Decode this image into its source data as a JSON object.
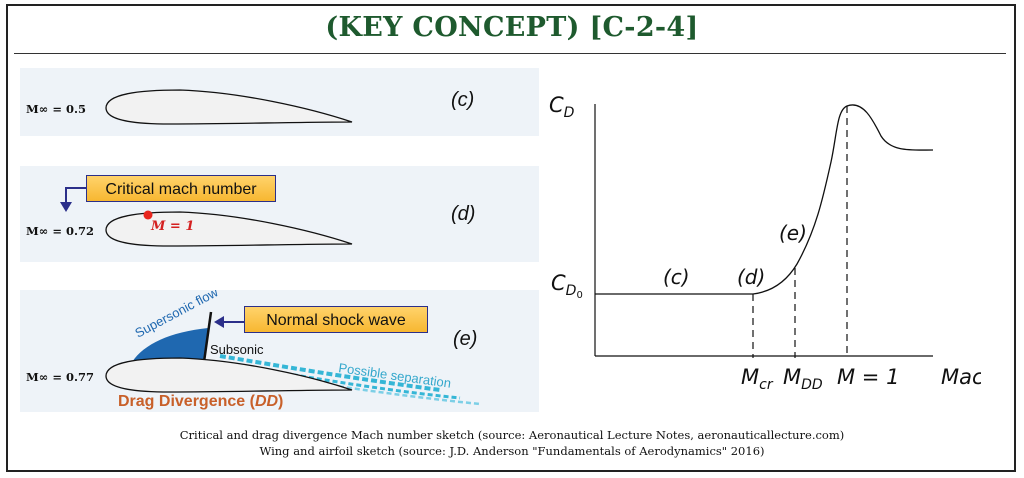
{
  "title": "(KEY CONCEPT) [C-2-4]",
  "colors": {
    "title_green": "#1e5a2e",
    "panel_bg": "#eef3f8",
    "airfoil_fill": "#f2f2f2",
    "callout_fill": "#f7b731",
    "callout_border": "#2b2f8a",
    "supersonic_blue": "#1f68b0",
    "separation_cyan": "#35b6d6",
    "drag_divergence_orange": "#c8602a",
    "sonic_point_red": "#d42020"
  },
  "panels": [
    {
      "mach_label": "M∞ = 0.5",
      "case_label": "(c)"
    },
    {
      "mach_label": "M∞ = 0.72",
      "case_label": "(d)",
      "callout": "Critical mach number",
      "point_label": "M = 1"
    },
    {
      "mach_label": "M∞ = 0.77",
      "case_label": "(e)",
      "callout": "Normal shock wave",
      "supersonic_label": "Supersonic flow",
      "subsonic_label": "Subsonic",
      "separation_label": "Possible separation",
      "drag_divergence_prefix": "Drag Divergence (",
      "drag_divergence_abbr": "DD",
      "drag_divergence_suffix": ")"
    }
  ],
  "chart_data": {
    "type": "line",
    "title": "",
    "ylabel": "C_D",
    "xlabel": "Mach",
    "y_tick": "C_D0",
    "x_markers": [
      "M_cr",
      "M_DD",
      "M = 1"
    ],
    "region_labels": [
      "(c)",
      "(d)",
      "(e)"
    ],
    "grid": false,
    "legend": "none"
  },
  "captions": [
    "Critical and drag divergence Mach number sketch (source: Aeronautical Lecture Notes, aeronauticallecture.com)",
    "Wing and airfoil sketch (source: J.D. Anderson \"Fundamentals of Aerodynamics\" 2016)"
  ]
}
